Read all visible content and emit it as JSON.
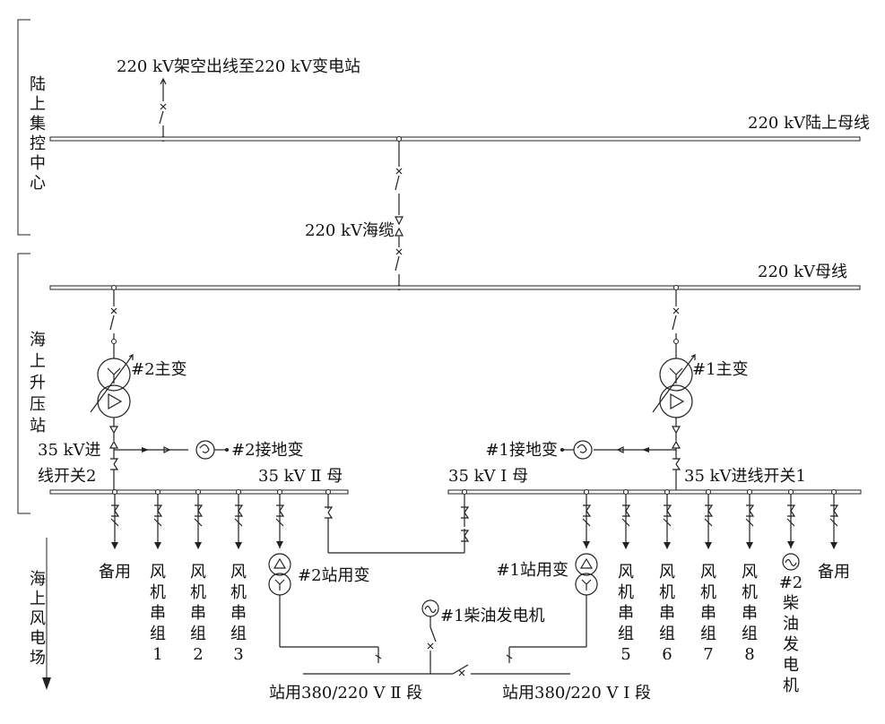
{
  "regions": {
    "onshore": "陆上集控中心",
    "offshore_station": "海上升压站",
    "wind_farm": "海上风电场"
  },
  "labels": {
    "overhead_line": "220 kV架空出线至220 kV变电站",
    "onshore_bus": "220 kV陆上母线",
    "sea_cable": "220 kV海缆",
    "hv_bus": "220 kV母线",
    "main_tx_2": "#2主变",
    "main_tx_1": "#1主变",
    "ground_tx_2": "#2接地变",
    "ground_tx_1": "#1接地变",
    "incoming_switch_2_line1": "35 kV进",
    "incoming_switch_2_line2": "线开关2",
    "incoming_switch_1": "35 kV进线开关1",
    "bus_35_II": "35 kV Ⅱ 母",
    "bus_35_I": "35 kV Ⅰ 母",
    "station_tx_2": "#2站用变",
    "station_tx_1": "#1站用变",
    "diesel_1": "#1柴油发电机",
    "lv_bus_II": "站用380/220 V Ⅱ 段",
    "lv_bus_I": "站用380/220 V Ⅰ 段"
  },
  "feeders": [
    {
      "id": "spare-left",
      "label": "备用"
    },
    {
      "id": "string-1",
      "label": "风机串组1"
    },
    {
      "id": "string-2",
      "label": "风机串组2"
    },
    {
      "id": "string-3",
      "label": "风机串组3"
    },
    {
      "id": "string-5",
      "label": "风机串组5"
    },
    {
      "id": "string-6",
      "label": "风机串组6"
    },
    {
      "id": "string-7",
      "label": "风机串组7"
    },
    {
      "id": "string-8",
      "label": "风机串组8"
    },
    {
      "id": "diesel-2",
      "label": "#2柴油发电机"
    },
    {
      "id": "spare-right",
      "label": "备用"
    }
  ]
}
